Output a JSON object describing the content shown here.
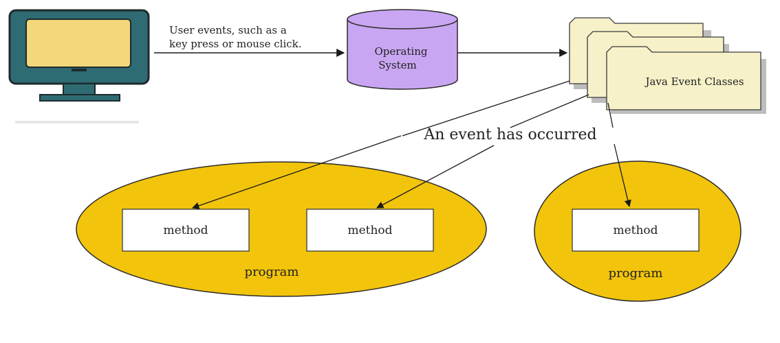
{
  "computer": {
    "icon": "monitor-icon",
    "colors": {
      "frame": "#2f6b72",
      "screen": "#f3d77a",
      "bezel": "#1d2a2c"
    }
  },
  "user_events_label": {
    "line1": "User events, such as a",
    "line2": "key press or mouse click."
  },
  "os_node": {
    "line1": "Operating",
    "line2": "System",
    "icon": "database-cylinder-icon",
    "color": "#c9a6f2"
  },
  "java_classes": {
    "label": "Java Event Classes",
    "icon": "folder-stack-icon",
    "color": "#f6f1c9"
  },
  "event_label": "An event has occurred",
  "program_left": {
    "label": "program",
    "color": "#f2c40c",
    "methods": [
      "method",
      "method"
    ]
  },
  "program_right": {
    "label": "program",
    "color": "#f2c40c",
    "methods": [
      "method"
    ]
  }
}
